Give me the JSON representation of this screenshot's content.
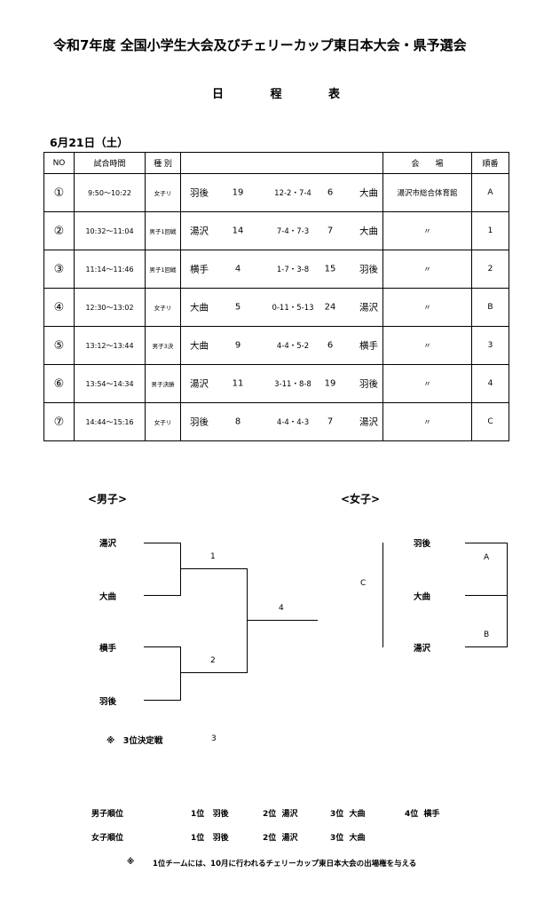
{
  "title": "令和7年度  全国小学生大会及びチェリーカップ東日本大会・県予選会",
  "subtitle": "日 程 表",
  "date": "6月21日（土）",
  "table": {
    "headers": {
      "no": "NO",
      "time": "試合時間",
      "type": "種 別",
      "match": "",
      "venue": "会　　場",
      "order": "順番"
    },
    "rows": [
      {
        "no": "①",
        "time": "9:50〜10:22",
        "type": "女子リ",
        "team1": "羽後",
        "score1": "19",
        "detail": "12-2・7-4",
        "score2": "6",
        "team2": "大曲",
        "venue": "湯沢市総合体育館",
        "order": "A"
      },
      {
        "no": "②",
        "time": "10:32〜11:04",
        "type": "男子1回戦",
        "team1": "湯沢",
        "score1": "14",
        "detail": "7-4・7-3",
        "score2": "7",
        "team2": "大曲",
        "venue": "〃",
        "order": "1"
      },
      {
        "no": "③",
        "time": "11:14〜11:46",
        "type": "男子1回戦",
        "team1": "横手",
        "score1": "4",
        "detail": "1-7・3-8",
        "score2": "15",
        "team2": "羽後",
        "venue": "〃",
        "order": "2"
      },
      {
        "no": "④",
        "time": "12:30〜13:02",
        "type": "女子リ",
        "team1": "大曲",
        "score1": "5",
        "detail": "0-11・5-13",
        "score2": "24",
        "team2": "湯沢",
        "venue": "〃",
        "order": "B"
      },
      {
        "no": "⑤",
        "time": "13:12〜13:44",
        "type": "男子3決",
        "team1": "大曲",
        "score1": "9",
        "detail": "4-4・5-2",
        "score2": "6",
        "team2": "横手",
        "venue": "〃",
        "order": "3"
      },
      {
        "no": "⑥",
        "time": "13:54〜14:34",
        "type": "男子決勝",
        "team1": "湯沢",
        "score1": "11",
        "detail": "3-11・8-8",
        "score2": "19",
        "team2": "羽後",
        "venue": "〃",
        "order": "4"
      },
      {
        "no": "⑦",
        "time": "14:44〜15:16",
        "type": "女子リ",
        "team1": "羽後",
        "score1": "8",
        "detail": "4-4・4-3",
        "score2": "7",
        "team2": "湯沢",
        "venue": "〃",
        "order": "C"
      }
    ]
  },
  "boys": {
    "heading": "<男子>",
    "teams": [
      "湯沢",
      "大曲",
      "横手",
      "羽後"
    ],
    "match1": "1",
    "match2": "2",
    "final": "4",
    "third_place_note": "※　3位決定戦",
    "third_place_match": "3"
  },
  "girls": {
    "heading": "<女子>",
    "teams": [
      "羽後",
      "大曲",
      "湯沢"
    ],
    "match_a": "A",
    "match_b": "B",
    "match_c": "C"
  },
  "rankings": {
    "boys_label": "男子順位",
    "boys": [
      {
        "rank": "1位",
        "team": "羽後"
      },
      {
        "rank": "2位",
        "team": "湯沢"
      },
      {
        "rank": "3位",
        "team": "大曲"
      },
      {
        "rank": "4位",
        "team": "横手"
      }
    ],
    "girls_label": "女子順位",
    "girls": [
      {
        "rank": "1位",
        "team": "羽後"
      },
      {
        "rank": "2位",
        "team": "湯沢"
      },
      {
        "rank": "3位",
        "team": "大曲"
      }
    ]
  },
  "footer_mark": "※",
  "footer_text": "1位チームには、10月に行われるチェリーカップ東日本大会の出場権を与える"
}
